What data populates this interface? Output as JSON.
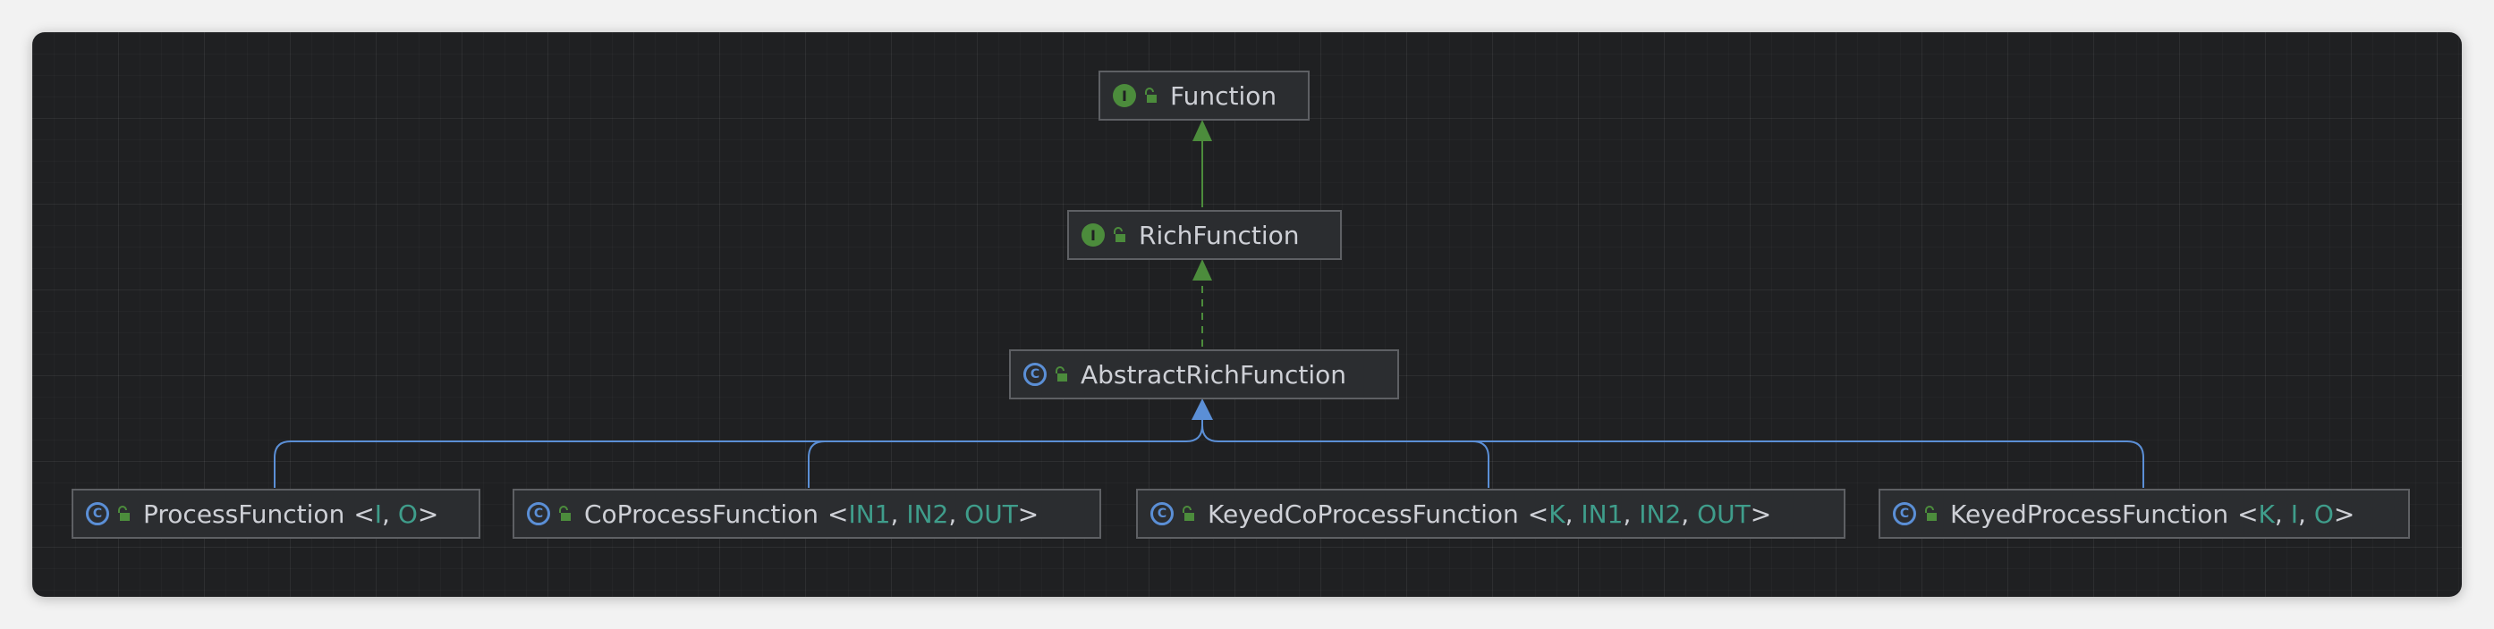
{
  "diagram": {
    "nodes": {
      "function": {
        "name": "Function",
        "kind": "interface",
        "icon": "interface-icon",
        "access_icon": "public-lock-icon"
      },
      "rich_function": {
        "name": "RichFunction",
        "kind": "interface",
        "icon": "interface-icon",
        "access_icon": "public-lock-icon"
      },
      "abstract_rich_function": {
        "name": "AbstractRichFunction",
        "kind": "abstract-class",
        "icon": "abstract-class-icon",
        "access_icon": "public-lock-icon"
      },
      "process_function": {
        "name": "ProcessFunction",
        "kind": "abstract-class",
        "icon": "abstract-class-icon",
        "access_icon": "public-lock-icon",
        "type_params": [
          "I",
          "O"
        ]
      },
      "co_process_function": {
        "name": "CoProcessFunction",
        "kind": "abstract-class",
        "icon": "abstract-class-icon",
        "access_icon": "public-lock-icon",
        "type_params": [
          "IN1",
          "IN2",
          "OUT"
        ]
      },
      "keyed_co_process_function": {
        "name": "KeyedCoProcessFunction",
        "kind": "abstract-class",
        "icon": "abstract-class-icon",
        "access_icon": "public-lock-icon",
        "type_params": [
          "K",
          "IN1",
          "IN2",
          "OUT"
        ]
      },
      "keyed_process_function": {
        "name": "KeyedProcessFunction",
        "kind": "abstract-class",
        "icon": "abstract-class-icon",
        "access_icon": "public-lock-icon",
        "type_params": [
          "K",
          "I",
          "O"
        ]
      }
    },
    "edges": [
      {
        "from": "rich_function",
        "to": "function",
        "type": "extends-interface"
      },
      {
        "from": "abstract_rich_function",
        "to": "rich_function",
        "type": "implements"
      },
      {
        "from": "process_function",
        "to": "abstract_rich_function",
        "type": "extends"
      },
      {
        "from": "co_process_function",
        "to": "abstract_rich_function",
        "type": "extends"
      },
      {
        "from": "keyed_co_process_function",
        "to": "abstract_rich_function",
        "type": "extends"
      },
      {
        "from": "keyed_process_function",
        "to": "abstract_rich_function",
        "type": "extends"
      }
    ],
    "colors": {
      "background": "#1f2022",
      "node_fill": "#2b2d30",
      "node_border": "#5e6064",
      "text": "#ced0d6",
      "type_param": "#3f9d8b",
      "interface_edge": "#4c8c3c",
      "class_edge": "#5b8fd6"
    }
  }
}
